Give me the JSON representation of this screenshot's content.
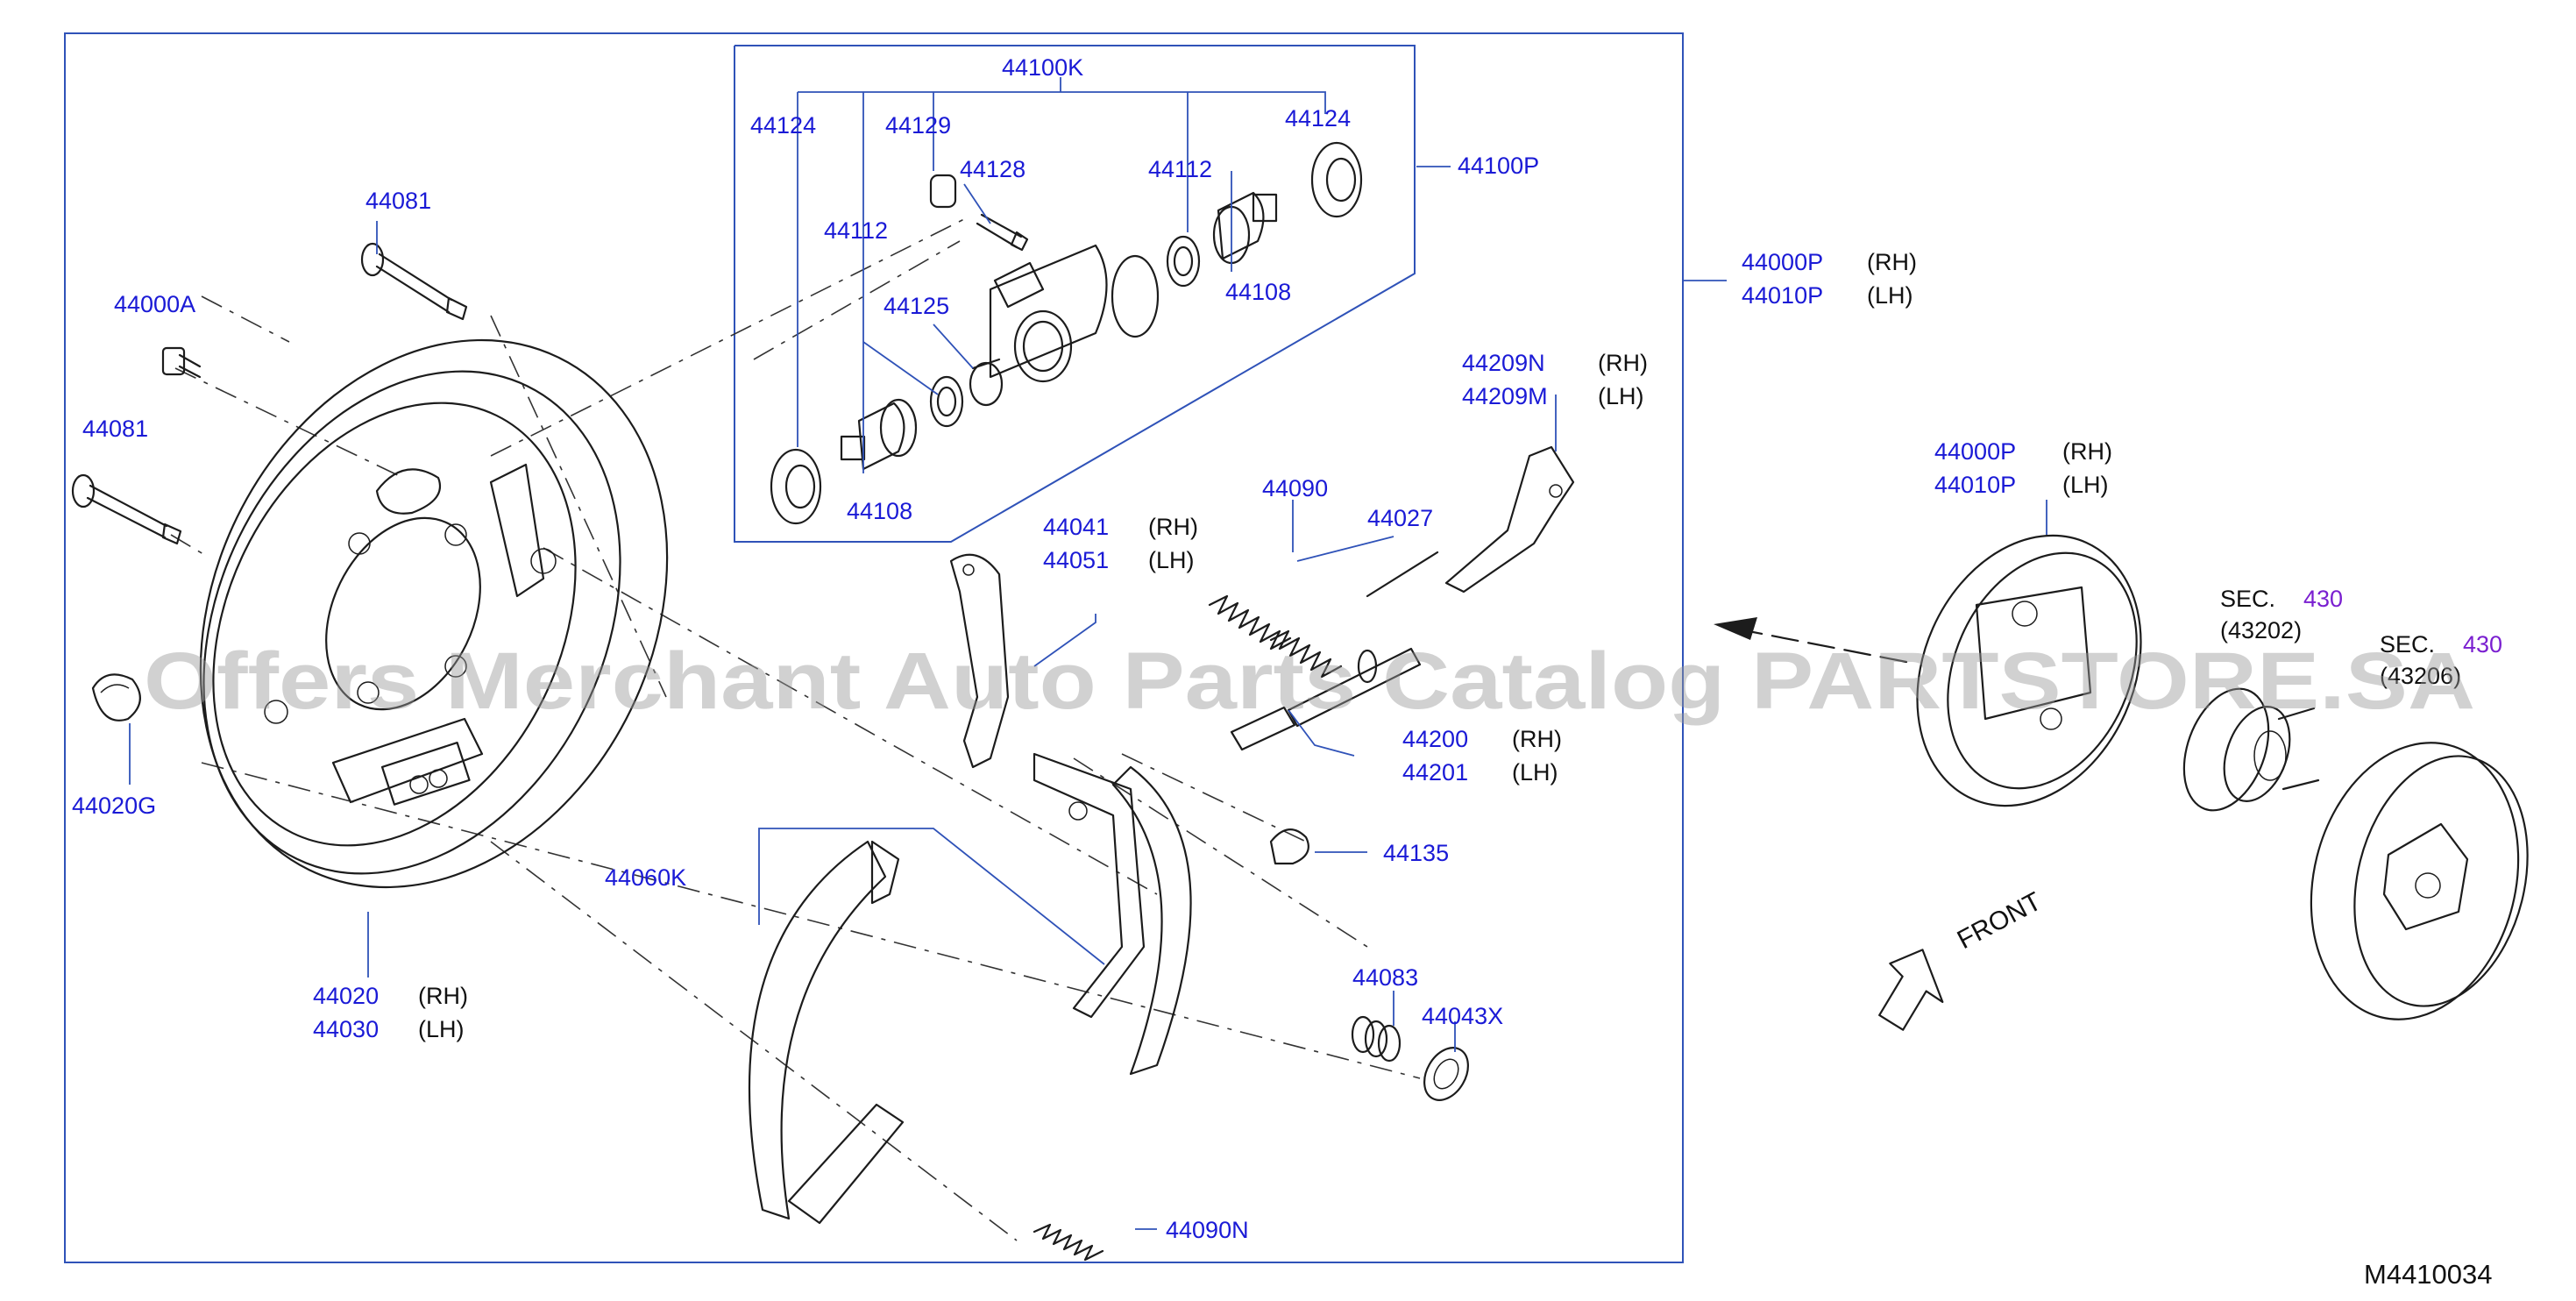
{
  "diagram": {
    "code": "M4410034",
    "watermark": "Offers Merchant Auto Parts Catalog PARTSTORE.SA",
    "front_label": "FRONT",
    "side": {
      "rh": "(RH)",
      "lh": "(LH)"
    },
    "parts": {
      "p44100K": "44100K",
      "p44124a": "44124",
      "p44124b": "44124",
      "p44129": "44129",
      "p44128": "44128",
      "p44112a": "44112",
      "p44112b": "44112",
      "p44100P": "44100P",
      "p44108a": "44108",
      "p44108b": "44108",
      "p44125": "44125",
      "p44081a": "44081",
      "p44081b": "44081",
      "p44000A": "44000A",
      "p44020G": "44020G",
      "p44020": "44020",
      "p44030": "44030",
      "p44000P_main": "44000P",
      "p44010P_main": "44010P",
      "p44209N": "44209N",
      "p44209M": "44209M",
      "p44090": "44090",
      "p44027": "44027",
      "p44041": "44041",
      "p44051": "44051",
      "p44200": "44200",
      "p44201": "44201",
      "p44135": "44135",
      "p44060K": "44060K",
      "p44083": "44083",
      "p44043X": "44043X",
      "p44090N": "44090N",
      "p44000P_asm": "44000P",
      "p44010P_asm": "44010P"
    },
    "sections": {
      "sec1_label": "SEC.",
      "sec1_num": "430",
      "sec1_ref": "(43202)",
      "sec2_label": "SEC.",
      "sec2_num": "430",
      "sec2_ref": "(43206)"
    }
  }
}
